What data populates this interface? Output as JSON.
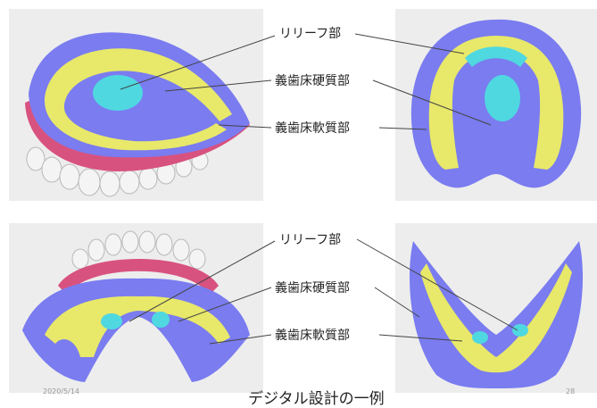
{
  "labels": {
    "relief": "リリーフ部",
    "hard": "義歯床硬質部",
    "soft": "義歯床軟質部"
  },
  "footer": {
    "title": "デジタル設計の一例",
    "date": "2020/5/14",
    "page": "28"
  },
  "colors": {
    "hard_base": "#7a7cf0",
    "soft_liner": "#e8e86a",
    "relief": "#4fd8e0",
    "gingiva": "#d8527f",
    "teeth": "#f4f4f4",
    "panel_bg": "#ededed"
  }
}
